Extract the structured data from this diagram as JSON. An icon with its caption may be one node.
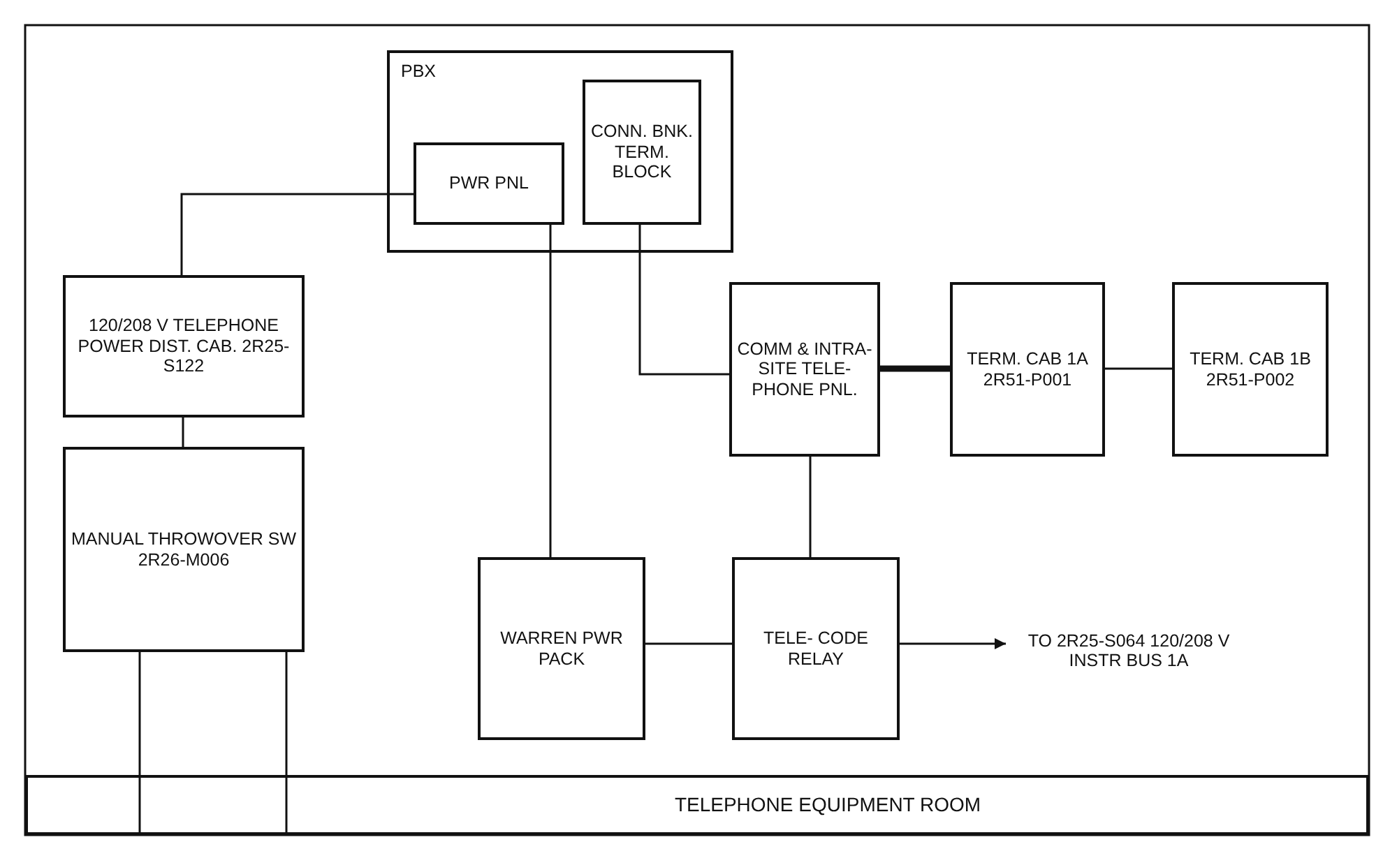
{
  "diagram": {
    "nodes": [
      {
        "text": [
          "PBX"
        ]
      },
      {
        "text": [
          "PWR PNL"
        ],
        "in": 0
      },
      {
        "text": [
          "CONN. BNK. TERM. BLOCK"
        ],
        "in": 0
      },
      {
        "text": [
          "120/208 V TELEPHONE POWER DIST. CAB. 2R25-S122"
        ]
      },
      {
        "text": [
          "COMM & INTRA- SITE TELE- PHONE PNL."
        ]
      },
      {
        "text": [
          "TERM. CAB 1A 2R51-P001"
        ]
      },
      {
        "text": [
          "TERM. CAB 1B 2R51-P002"
        ]
      },
      {
        "text": [
          "MANUAL THROWOVER SW 2R26-M006"
        ]
      },
      {
        "text": [
          "WARREN PWR PACK"
        ]
      },
      {
        "text": [
          "TELE- CODE RELAY"
        ]
      },
      {
        "text": [
          "TO 2R25-S064 120/208 V INSTR BUS 1A"
        ]
      },
      {
        "text": [
          "TELEPHONE EQUIPMENT ROOM"
        ]
      }
    ],
    "edges": [
      {
        "from": 3,
        "to": 1,
        "arrow": "none"
      },
      {
        "from": 1,
        "to": 8,
        "arrow": "none"
      },
      {
        "from": 2,
        "to": 4,
        "arrow": "none"
      },
      {
        "from": 4,
        "to": 5,
        "arrow": "none",
        "style": "thick"
      },
      {
        "from": 5,
        "to": 6,
        "arrow": "none"
      },
      {
        "from": 3,
        "to": 7,
        "arrow": "none"
      },
      {
        "from": 4,
        "to": 9,
        "arrow": "none"
      },
      {
        "from": 8,
        "to": 9,
        "arrow": "none"
      },
      {
        "from": 9,
        "to": 10,
        "arrow": "to"
      },
      {
        "from": 7,
        "to": 11,
        "arrow": "none"
      },
      {
        "from": 7,
        "to": 11,
        "arrow": "none"
      }
    ]
  }
}
